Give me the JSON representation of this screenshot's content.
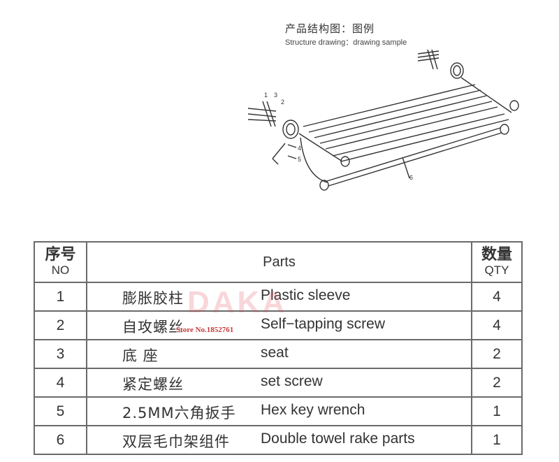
{
  "header": {
    "title_cn": "产品结构图：图例",
    "title_en": "Structure drawing：drawing sample"
  },
  "diagram": {
    "callouts": [
      "1",
      "2",
      "3",
      "4",
      "5",
      "6"
    ]
  },
  "table": {
    "headers": {
      "no_cn": "序号",
      "no_en": "NO",
      "parts": "Parts",
      "qty_cn": "数量",
      "qty_en": "QTY"
    },
    "rows": [
      {
        "no": "1",
        "cn": "膨胀胶柱",
        "en": "Plastic sleeve",
        "qty": "4"
      },
      {
        "no": "2",
        "cn": "自攻螺丝",
        "en": "Self−tapping screw",
        "qty": "4"
      },
      {
        "no": "3",
        "cn": "底 座",
        "en": "seat",
        "qty": "2"
      },
      {
        "no": "4",
        "cn": "紧定螺丝",
        "en": "set screw",
        "qty": "2"
      },
      {
        "no": "5",
        "cn": "2.5MM六角扳手",
        "en": "Hex key wrench",
        "qty": "1"
      },
      {
        "no": "6",
        "cn": "双层毛巾架组件",
        "en": "Double towel rake parts",
        "qty": "1"
      }
    ]
  },
  "watermark": {
    "brand": "DAKA",
    "store": "Store No.1852761"
  }
}
